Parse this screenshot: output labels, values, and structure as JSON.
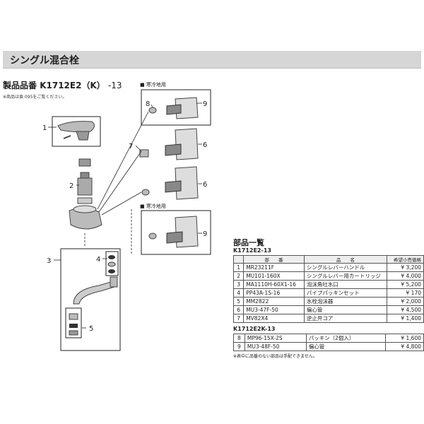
{
  "section_title": "シングル混合栓",
  "product": {
    "label": "製品品番",
    "model": "K1712E2（K）",
    "suffix": "-13",
    "note": "※商品は頁 095をご覧ください。"
  },
  "diagram": {
    "callouts": [
      "1",
      "2",
      "3",
      "4",
      "5",
      "6",
      "7",
      "8",
      "9"
    ],
    "cold_area_label": "■ 寒冷地用"
  },
  "parts_list": {
    "title": "部品一覧",
    "headers": [
      "",
      "部　　番",
      "品　　名",
      "希望小売価格"
    ],
    "groups": [
      {
        "series": "K1712E2-13",
        "rows": [
          {
            "no": "1",
            "code": "MR23211F",
            "name": "シングルレバーハンドル",
            "price": "¥ 3,200"
          },
          {
            "no": "2",
            "code": "MU101-160X",
            "name": "シングルレバー用カートリッジ",
            "price": "¥ 4,000"
          },
          {
            "no": "3",
            "code": "MA1110H-60X1-16",
            "name": "泡沫角吐水口",
            "price": "¥ 5,200"
          },
          {
            "no": "4",
            "code": "PP43A-1S-16",
            "name": "パイプパッキンセット",
            "price": "¥ 170"
          },
          {
            "no": "5",
            "code": "MM2822",
            "name": "水栓泡沫器",
            "price": "¥ 2,000"
          },
          {
            "no": "6",
            "code": "MU3-47F-50",
            "name": "偏心管",
            "price": "¥ 4,500"
          },
          {
            "no": "7",
            "code": "MV82X4",
            "name": "逆止弁コア",
            "price": "¥ 1,400"
          }
        ]
      },
      {
        "series": "K1712E2K-13",
        "rows": [
          {
            "no": "8",
            "code": "MP96-15X-2S",
            "name": "パッキン（2個入）",
            "price": "¥ 1,600"
          },
          {
            "no": "9",
            "code": "MU3-48F-50",
            "name": "偏心管",
            "price": "¥ 4,800"
          }
        ]
      }
    ],
    "footnote": "※表中に品番のない部品は手配できません。"
  }
}
